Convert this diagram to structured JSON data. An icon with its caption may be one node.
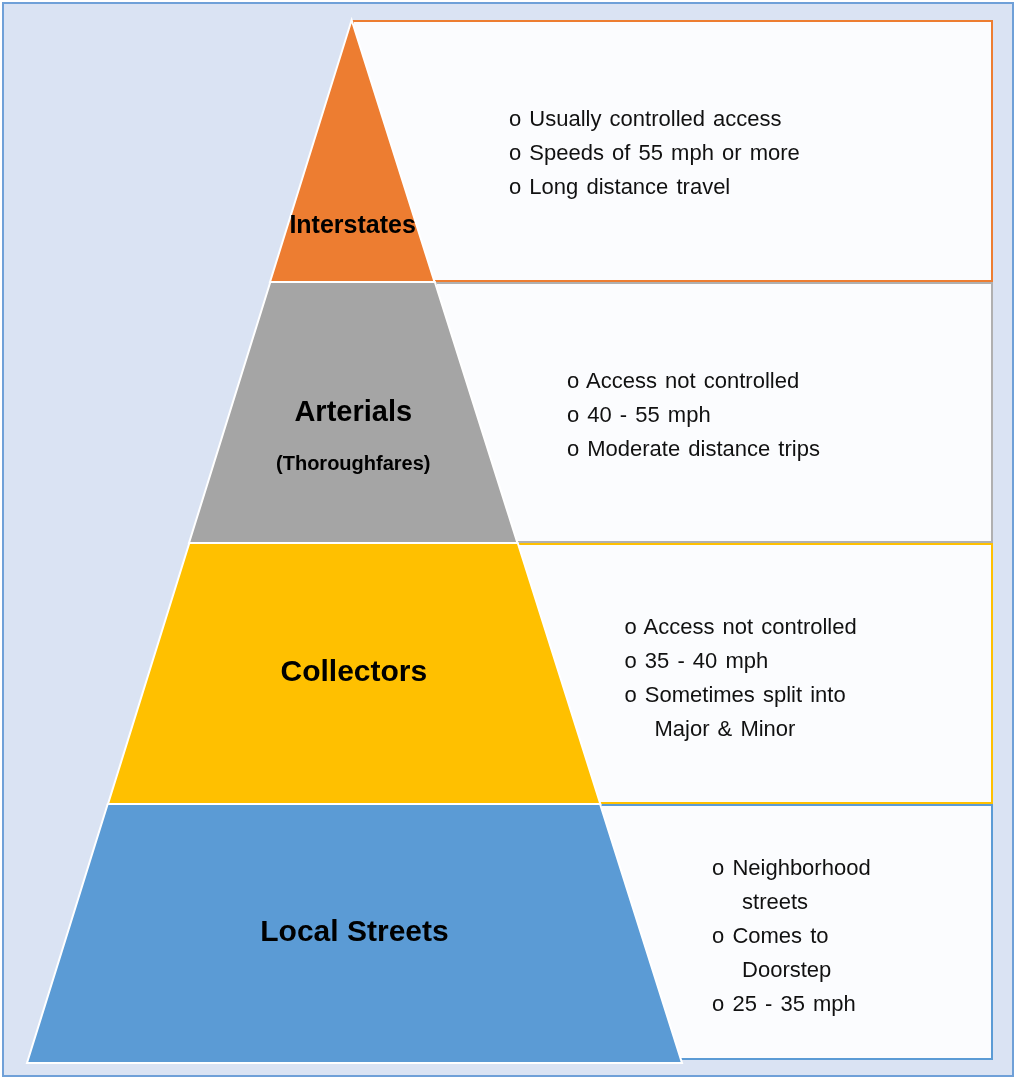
{
  "diagram": {
    "nodes": [
      {
        "text": [
          "Interstates"
        ]
      },
      {
        "text": [
          "o Usually controlled access",
          "o Speeds of 55 mph or more",
          "o Long distance travel"
        ]
      },
      {
        "text": [
          "Arterials",
          "(Thoroughfares)"
        ]
      },
      {
        "text": [
          "o Access not controlled",
          "o 40 - 55 mph",
          "o Moderate distance trips"
        ]
      },
      {
        "text": [
          "Collectors"
        ]
      },
      {
        "text": [
          "o Access not controlled",
          "o 35 - 40 mph",
          "o Sometimes split into Major & Minor"
        ]
      },
      {
        "text": [
          "Local Streets"
        ]
      },
      {
        "text": [
          "o Neighborhood streets",
          "o Comes to Doorstep",
          "o 25 - 35 mph"
        ]
      }
    ]
  }
}
